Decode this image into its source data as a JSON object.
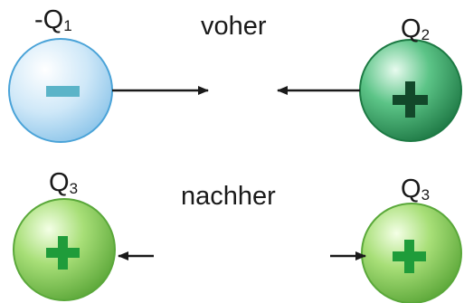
{
  "labels": {
    "q1": {
      "prefix": "-Q",
      "index": "1"
    },
    "q2": {
      "prefix": "Q",
      "index": "2"
    },
    "q3_left": {
      "prefix": "Q",
      "index": "3"
    },
    "q3_right": {
      "prefix": "Q",
      "index": "3"
    }
  },
  "captions": {
    "before": "voher",
    "after": "nachher"
  },
  "charges": {
    "q1": "negative",
    "q2": "positive",
    "q3_left": "positive",
    "q3_right": "positive"
  },
  "colors": {
    "negative_sphere": "#bfe0f5",
    "negative_sign": "#5bb4c8",
    "q2_sphere": "#2e9a5c",
    "q2_sign": "#12482a",
    "q3_sphere": "#8fd05a",
    "q3_sign": "#1f9c3a",
    "arrow": "#1a1a1a"
  }
}
